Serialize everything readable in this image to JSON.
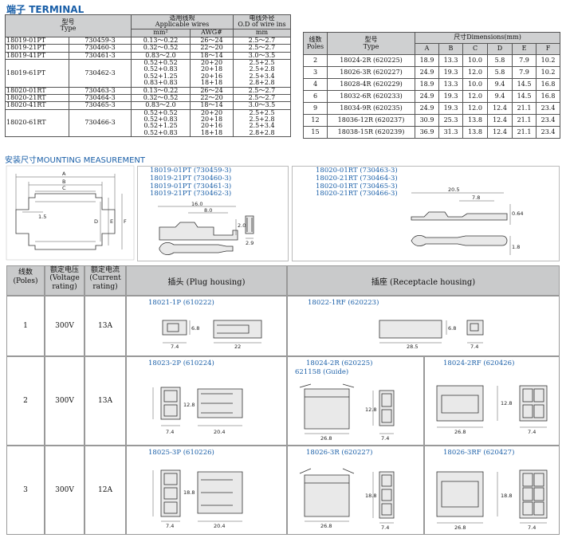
{
  "terminal_title": {
    "cn": "端子",
    "en": "TERMINAL"
  },
  "terminal_table": {
    "h_type_cn": "型号",
    "h_type_en": "Type",
    "h_wire_cn": "适用线规",
    "h_wire_en": "Applicable wires",
    "h_mm2": "mm²",
    "h_awg": "AWG#",
    "h_od_cn": "电线外径",
    "h_od_en": "O.D of wire ins",
    "h_mm": "mm",
    "rows": [
      {
        "type": "18019-01PT",
        "code": "730459-3",
        "mm2": [
          "0.13～0.22"
        ],
        "awg": [
          "26～24"
        ],
        "od": [
          "2.5～2.7"
        ]
      },
      {
        "type": "18019-21PT",
        "code": "730460-3",
        "mm2": [
          "0.32～0.52"
        ],
        "awg": [
          "22～20"
        ],
        "od": [
          "2.5～2.7"
        ]
      },
      {
        "type": "18019-41PT",
        "code": "730461-3",
        "mm2": [
          "0.83～2.0"
        ],
        "awg": [
          "18～14"
        ],
        "od": [
          "3.0～3.5"
        ]
      },
      {
        "type": "18019-61PT",
        "code": "730462-3",
        "mm2": [
          "0.52+0.52",
          "0.52+0.83",
          "0.52+1.25",
          "0.83+0.83"
        ],
        "awg": [
          "20+20",
          "20+18",
          "20+16",
          "18+18"
        ],
        "od": [
          "2.5+2.5",
          "2.5+2.8",
          "2.5+3.4",
          "2.8+2.8"
        ]
      },
      {
        "type": "18020-01RT",
        "code": "730463-3",
        "mm2": [
          "0.13～0.22"
        ],
        "awg": [
          "26～24"
        ],
        "od": [
          "2.5～2.7"
        ]
      },
      {
        "type": "18020-21RT",
        "code": "730464-3",
        "mm2": [
          "0.32～0.52"
        ],
        "awg": [
          "22～20"
        ],
        "od": [
          "2.5～2.7"
        ]
      },
      {
        "type": "18020-41RT",
        "code": "730465-3",
        "mm2": [
          "0.83～2.0"
        ],
        "awg": [
          "18～14"
        ],
        "od": [
          "3.0～3.5"
        ]
      },
      {
        "type": "18020-61RT",
        "code": "730466-3",
        "mm2": [
          "0.52+0.52",
          "0.52+0.83",
          "0.52+1.25",
          "0.52+0.83"
        ],
        "awg": [
          "20+20",
          "20+18",
          "20+16",
          "18+18"
        ],
        "od": [
          "2.5+2.5",
          "2.5+2.8",
          "2.5+3.4",
          "2.8+2.8"
        ]
      }
    ]
  },
  "dimension_table": {
    "h_poles_cn": "线数",
    "h_poles_en": "Poles",
    "h_type_cn": "型号",
    "h_type_en": "Type",
    "h_dim_cn": "尺寸",
    "h_dim_en": "Dimensions(mm)",
    "cols": [
      "A",
      "B",
      "C",
      "D",
      "E",
      "F"
    ],
    "rows": [
      {
        "poles": "2",
        "type": "18024-2R (620225)",
        "v": [
          "18.9",
          "13.3",
          "10.0",
          "5.8",
          "7.9",
          "10.2"
        ]
      },
      {
        "poles": "3",
        "type": "18026-3R (620227)",
        "v": [
          "24.9",
          "19.3",
          "12.0",
          "5.8",
          "7.9",
          "10.2"
        ]
      },
      {
        "poles": "4",
        "type": "18028-4R (620229)",
        "v": [
          "18.9",
          "13.3",
          "10.0",
          "9.4",
          "14.5",
          "16.8"
        ]
      },
      {
        "poles": "6",
        "type": "18032-6R (620233)",
        "v": [
          "24.9",
          "19.3",
          "12.0",
          "9.4",
          "14.5",
          "16.8"
        ]
      },
      {
        "poles": "9",
        "type": "18034-9R (620235)",
        "v": [
          "24.9",
          "19.3",
          "12.0",
          "12.4",
          "21.1",
          "23.4"
        ]
      },
      {
        "poles": "12",
        "type": "18036-12R (620237)",
        "v": [
          "30.9",
          "25.3",
          "13.8",
          "12.4",
          "21.1",
          "23.4"
        ]
      },
      {
        "poles": "15",
        "type": "18038-15R (620239)",
        "v": [
          "36.9",
          "31.3",
          "13.8",
          "12.4",
          "21.1",
          "23.4"
        ]
      }
    ]
  },
  "mounting_title": {
    "cn": "安装尺寸",
    "en": "MOUNTING MEASUREMENT"
  },
  "mount_letters": [
    "A",
    "B",
    "C",
    "1.5",
    "D",
    "E",
    "F"
  ],
  "plug_terminals": [
    "18019-01PT (730459-3)",
    "18019-21PT (730460-3)",
    "18019-01PT (730461-3)",
    "18019-21PT (730462-3)"
  ],
  "plug_term_dims": [
    "16.0",
    "8.0",
    "2.0",
    "2.9"
  ],
  "rec_terminals": [
    "18020-01RT (730463-3)",
    "18020-21RT (730464-3)",
    "18020-01RT (730465-3)",
    "18020-21RT (730466-3)"
  ],
  "rec_term_dims": [
    "20.5",
    "7.8",
    "0.64",
    "1.8"
  ],
  "housing_header": {
    "poles_cn": "线数",
    "poles_en": "(Poles)",
    "volt_cn": "额定电压",
    "volt_en1": "(Voltage",
    "volt_en2": "rating)",
    "curr_cn": "额定电流",
    "curr_en1": "(Current",
    "curr_en2": "rating)",
    "plug": "插头 (Plug housing)",
    "rec": "插座 (Receptacle housing)"
  },
  "housing_rows": [
    {
      "poles": "1",
      "volt": "300V",
      "curr": "13A"
    },
    {
      "poles": "2",
      "volt": "300V",
      "curr": "13A"
    },
    {
      "poles": "3",
      "volt": "300V",
      "curr": "12A"
    }
  ],
  "parts": {
    "p1": "18021-1P (610222)",
    "r1": "18022-1RF (620223)",
    "p2": "18023-2P (610224)",
    "r2a": "18024-2R (620225)",
    "r2a_sub": "621158 (Guide)",
    "r2b": "18024-2RF (620426)",
    "p3": "18025-3P (610226)",
    "r3a": "18026-3R (620227)",
    "r3b": "18026-3RF (620427)"
  },
  "part_dims": {
    "p1": [
      "6.8",
      "7.4",
      "22"
    ],
    "r1": [
      "6.8",
      "28.5",
      "7.4"
    ],
    "p2": [
      "12.8",
      "7.4",
      "20.4"
    ],
    "r2a": [
      "12.8",
      "26.8",
      "7.4"
    ],
    "r2b": [
      "12.8",
      "7.4",
      "26.8"
    ],
    "p3": [
      "18.8",
      "7.4",
      "20.4"
    ],
    "r3a": [
      "18.8",
      "26.8",
      "7.4"
    ],
    "r3b": [
      "18.8",
      "26.8",
      "7.4"
    ]
  }
}
